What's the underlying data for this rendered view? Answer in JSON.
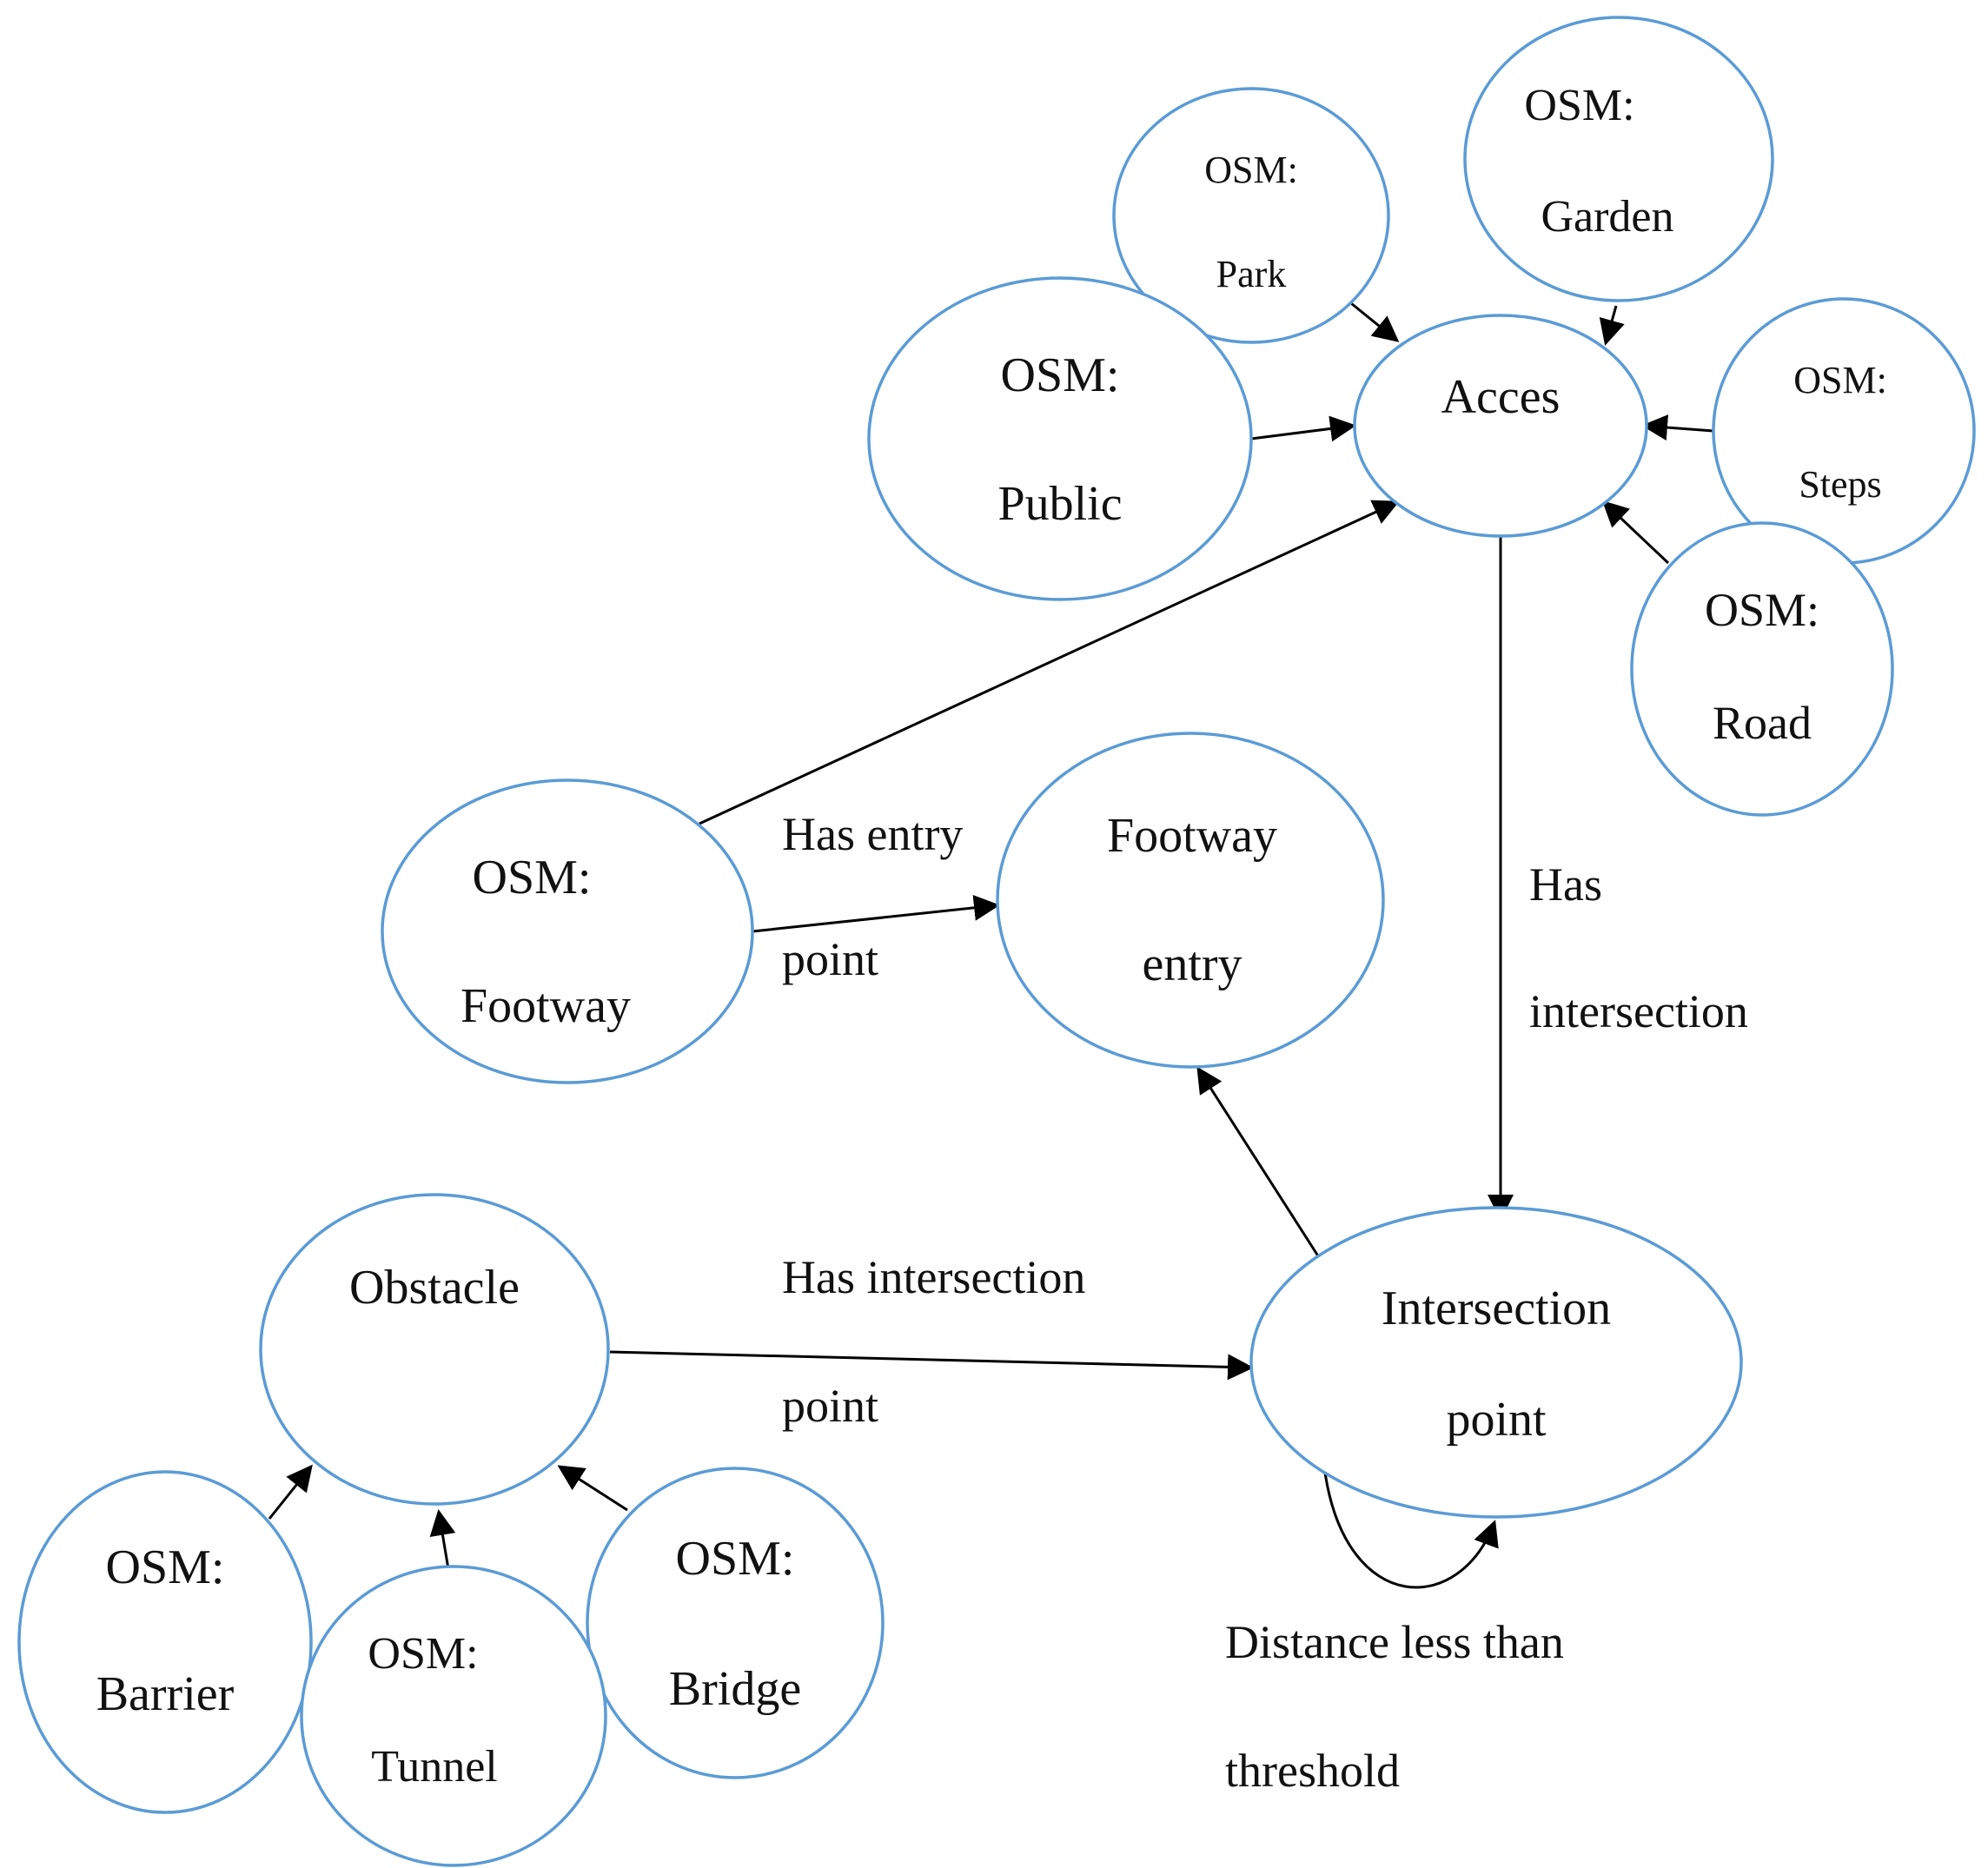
{
  "nodes": {
    "osm_park": {
      "line1": "OSM:",
      "line2": "Park"
    },
    "osm_garden": {
      "line1": "OSM:",
      "line2": "Garden"
    },
    "osm_public": {
      "line1": "OSM:",
      "line2": "Public"
    },
    "acces": {
      "line1": "Acces"
    },
    "osm_steps": {
      "line1": "OSM:",
      "line2": "Steps"
    },
    "osm_road": {
      "line1": "OSM:",
      "line2": "Road"
    },
    "osm_footway": {
      "line1": "OSM:",
      "line2": "Footway"
    },
    "footway_entry": {
      "line1": "Footway",
      "line2": "entry"
    },
    "obstacle": {
      "line1": "Obstacle"
    },
    "intersection_point": {
      "line1": "Intersection",
      "line2": "point"
    },
    "osm_barrier": {
      "line1": "OSM:",
      "line2": "Barrier"
    },
    "osm_tunnel": {
      "line1": "OSM:",
      "line2": "Tunnel"
    },
    "osm_bridge": {
      "line1": "OSM:",
      "line2": "Bridge"
    }
  },
  "edge_labels": {
    "has_entry_point": {
      "line1": "Has entry",
      "line2": "point"
    },
    "has_intersection": {
      "line1": "Has",
      "line2": "intersection"
    },
    "has_intersection_point": {
      "line1": "Has intersection",
      "line2": "point"
    },
    "distance_threshold": {
      "line1": "Distance less than",
      "line2": "threshold"
    }
  },
  "colors": {
    "node_stroke": "#5b9bd5",
    "edge": "#000000"
  }
}
